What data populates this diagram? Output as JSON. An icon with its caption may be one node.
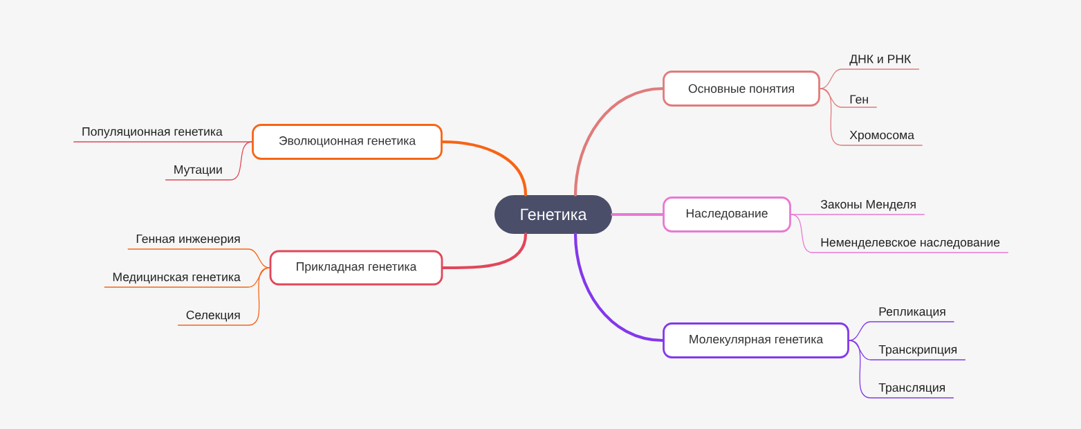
{
  "diagram": {
    "nodes": [
      {
        "text": [
          "Генетика"
        ]
      },
      {
        "text": [
          "Основные понятия"
        ]
      },
      {
        "text": [
          "ДНК и РНК"
        ]
      },
      {
        "text": [
          "Ген"
        ]
      },
      {
        "text": [
          "Хромосома"
        ]
      },
      {
        "text": [
          "Наследование"
        ]
      },
      {
        "text": [
          "Законы Менделя"
        ]
      },
      {
        "text": [
          "Неменделевское наследование"
        ]
      },
      {
        "text": [
          "Молекулярная генетика"
        ]
      },
      {
        "text": [
          "Репликация"
        ]
      },
      {
        "text": [
          "Транскрипция"
        ]
      },
      {
        "text": [
          "Трансляция"
        ]
      },
      {
        "text": [
          "Эволюционная генетика"
        ]
      },
      {
        "text": [
          "Популяционная генетика"
        ]
      },
      {
        "text": [
          "Мутации"
        ]
      },
      {
        "text": [
          "Прикладная генетика"
        ]
      },
      {
        "text": [
          "Генная инженерия"
        ]
      },
      {
        "text": [
          "Медицинская генетика"
        ]
      },
      {
        "text": [
          "Селекция"
        ]
      }
    ],
    "edges": [
      {
        "from": 0,
        "to": 1,
        "arrow": "none",
        "style": "thick",
        "color": "#e07b7b"
      },
      {
        "from": 1,
        "to": 2,
        "arrow": "none",
        "color": "#e07b7b"
      },
      {
        "from": 1,
        "to": 3,
        "arrow": "none",
        "color": "#e07b7b"
      },
      {
        "from": 1,
        "to": 4,
        "arrow": "none",
        "color": "#e07b7b"
      },
      {
        "from": 0,
        "to": 5,
        "arrow": "none",
        "style": "thick",
        "color": "#e879d3"
      },
      {
        "from": 5,
        "to": 6,
        "arrow": "none",
        "color": "#e879d3"
      },
      {
        "from": 5,
        "to": 7,
        "arrow": "none",
        "color": "#e879d3"
      },
      {
        "from": 0,
        "to": 8,
        "arrow": "none",
        "style": "thick",
        "color": "#8338ec"
      },
      {
        "from": 8,
        "to": 9,
        "arrow": "none",
        "color": "#8338ec"
      },
      {
        "from": 8,
        "to": 10,
        "arrow": "none",
        "color": "#8338ec"
      },
      {
        "from": 8,
        "to": 11,
        "arrow": "none",
        "color": "#8338ec"
      },
      {
        "from": 0,
        "to": 12,
        "arrow": "none",
        "style": "thick",
        "color": "#f86414"
      },
      {
        "from": 12,
        "to": 13,
        "arrow": "none",
        "color": "#e2465a"
      },
      {
        "from": 12,
        "to": 14,
        "arrow": "none",
        "color": "#e2465a"
      },
      {
        "from": 0,
        "to": 15,
        "arrow": "none",
        "style": "thick",
        "color": "#e2465a"
      },
      {
        "from": 15,
        "to": 16,
        "arrow": "none",
        "color": "#f86414"
      },
      {
        "from": 15,
        "to": 17,
        "arrow": "none",
        "color": "#f86414"
      },
      {
        "from": 15,
        "to": 18,
        "arrow": "none",
        "color": "#f86414"
      }
    ]
  }
}
